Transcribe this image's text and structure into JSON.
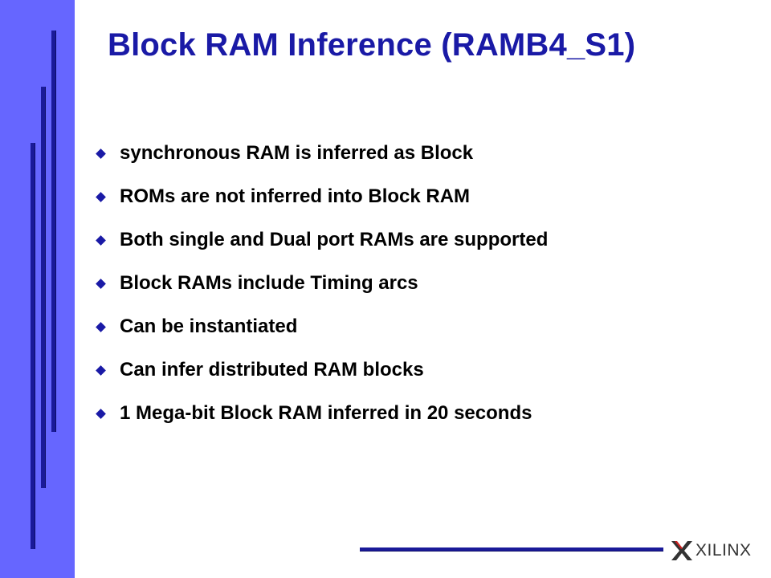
{
  "slide": {
    "title": "Block RAM Inference (RAMB4_S1)",
    "bullets": [
      "synchronous RAM is inferred as Block",
      "ROMs are not inferred into Block RAM",
      "Both single and Dual port RAMs are supported",
      "Block RAMs include Timing arcs",
      "Can be instantiated",
      "Can infer distributed RAM blocks",
      "1 Mega-bit Block RAM inferred in 20 seconds"
    ],
    "logo_text": "XILINX"
  },
  "colors": {
    "band": "#6666ff",
    "accent": "#1a1aa6",
    "text": "#000000"
  },
  "icons": {
    "bullet": "diamond-bullet-icon",
    "logo": "xilinx-logo-icon"
  }
}
